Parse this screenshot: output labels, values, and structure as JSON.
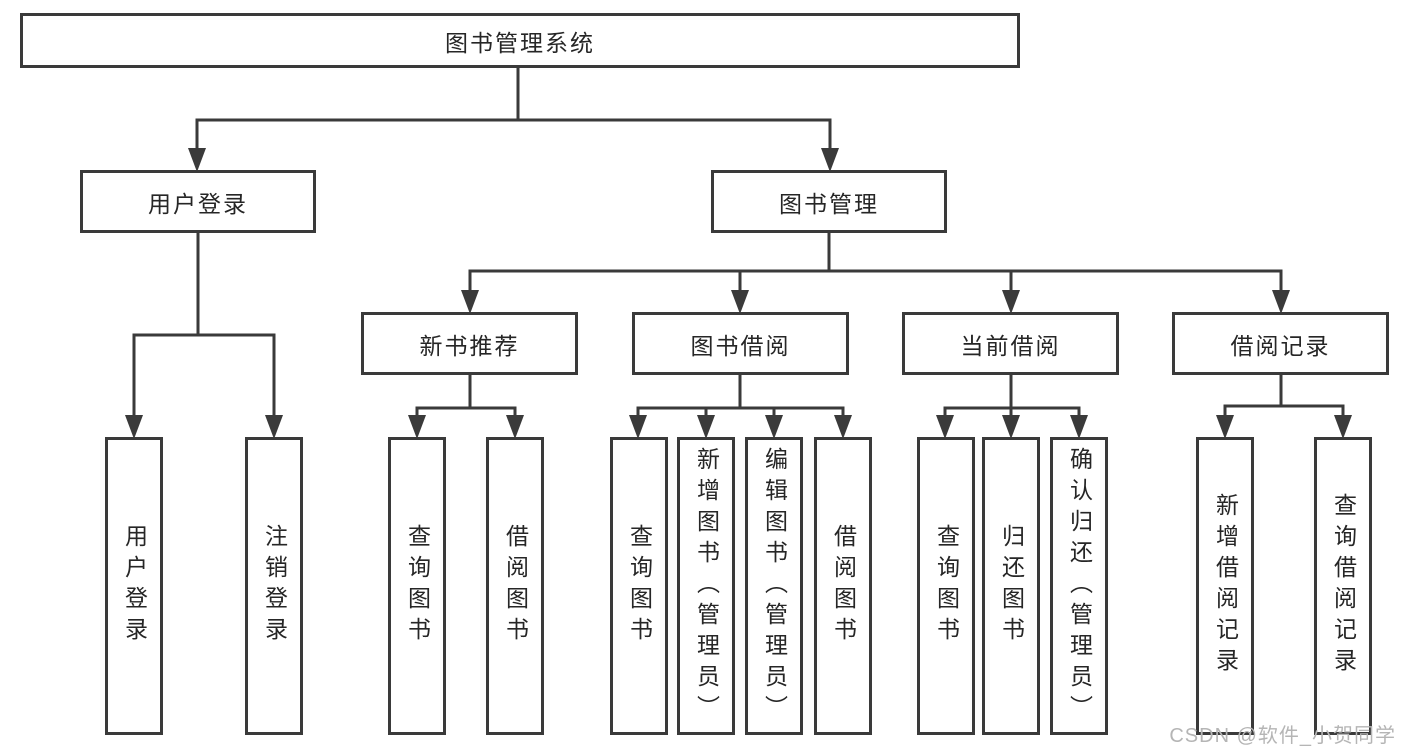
{
  "tree": {
    "label": "图书管理系统",
    "children": [
      {
        "label": "用户登录",
        "children": [
          {
            "label": "用户登录"
          },
          {
            "label": "注销登录"
          }
        ]
      },
      {
        "label": "图书管理",
        "children": [
          {
            "label": "新书推荐",
            "children": [
              {
                "label": "查询图书"
              },
              {
                "label": "借阅图书"
              }
            ]
          },
          {
            "label": "图书借阅",
            "children": [
              {
                "label": "查询图书"
              },
              {
                "label": "新增图书（管理员）"
              },
              {
                "label": "编辑图书（管理员）"
              },
              {
                "label": "借阅图书"
              }
            ]
          },
          {
            "label": "当前借阅",
            "children": [
              {
                "label": "查询图书"
              },
              {
                "label": "归还图书"
              },
              {
                "label": "确认归还（管理员）"
              }
            ]
          },
          {
            "label": "借阅记录",
            "children": [
              {
                "label": "新增借阅记录"
              },
              {
                "label": "查询借阅记录"
              }
            ]
          }
        ]
      }
    ]
  },
  "watermark": {
    "text": "CSDN @软件_小贺同学"
  },
  "colors": {
    "line": "#3a3a3a",
    "box_border": "#3a3a3a",
    "text": "#262626",
    "watermark": "#b5b5b5",
    "background": "#ffffff"
  }
}
